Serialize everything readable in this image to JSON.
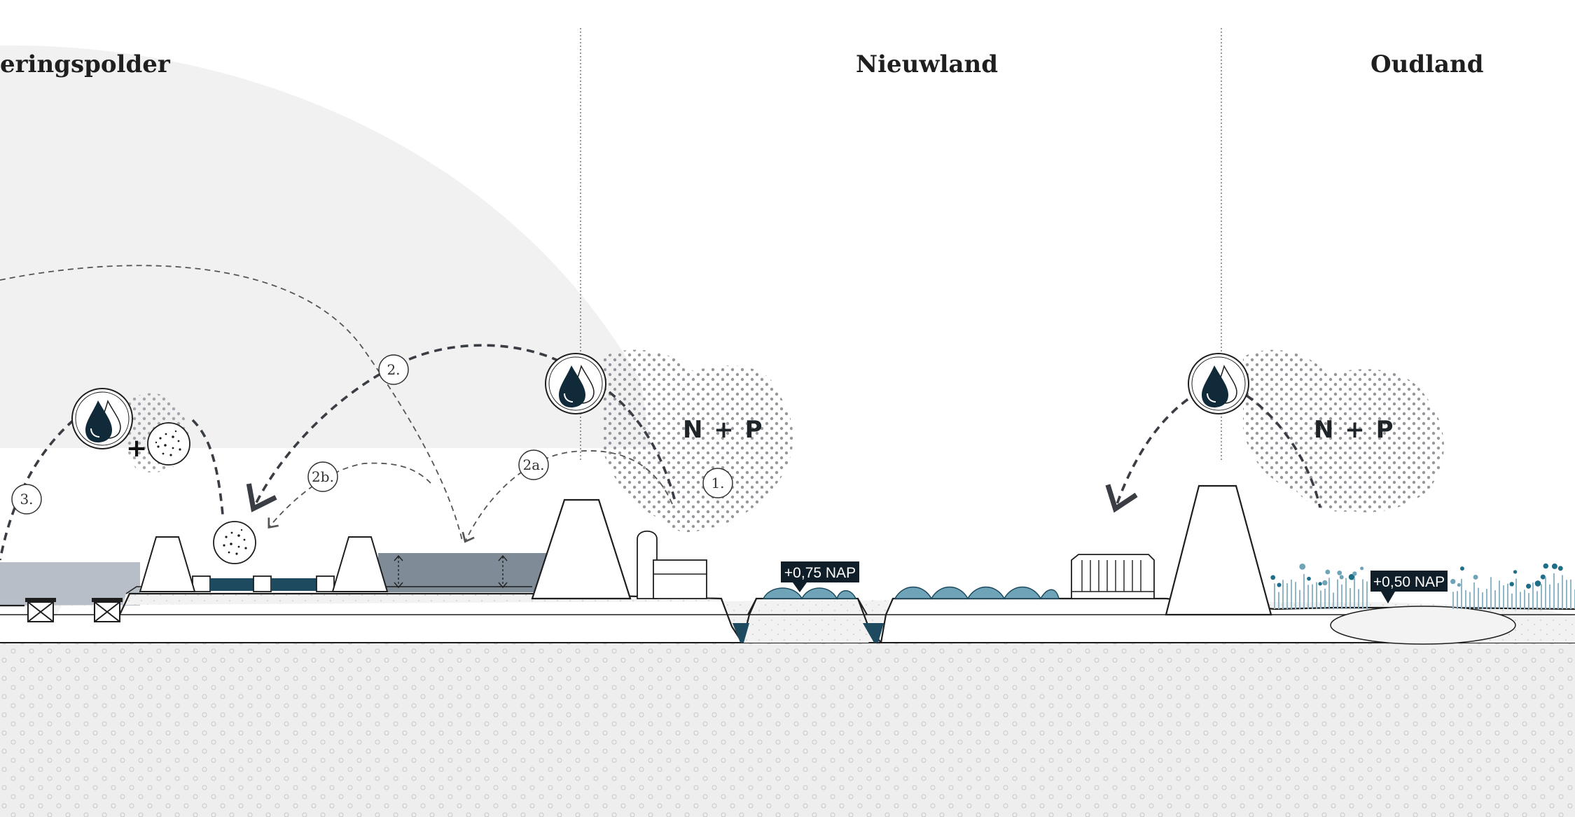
{
  "regions": {
    "left_title": "eringspolder",
    "middle_title": "Nieuwland",
    "right_title": "Oudland"
  },
  "nutrient_labels": {
    "middle": "N + P",
    "right": "N + P"
  },
  "step_labels": {
    "step_1": "1.",
    "step_2": "2.",
    "step_2a": "2a.",
    "step_2b": "2b.",
    "step_3": "3."
  },
  "plus_sign": "+",
  "water_levels": {
    "nieuwland": "+0,75 NAP",
    "oudland": "+0,50 NAP"
  },
  "colors": {
    "background": "#ffffff",
    "halo": "#f1f1f2",
    "water_dark": "#1d4a5e",
    "water_light": "#6fa3b8",
    "water_grey": "#7f8b96",
    "soil": "#efefef",
    "line": "#1e1e1e",
    "label_bg": "#0f1e28",
    "stipple": "#8a8a92"
  },
  "icons": [
    "water-drop-icon",
    "sediment-icon",
    "greenhouse-icon",
    "silo-icon",
    "culvert-icon"
  ]
}
